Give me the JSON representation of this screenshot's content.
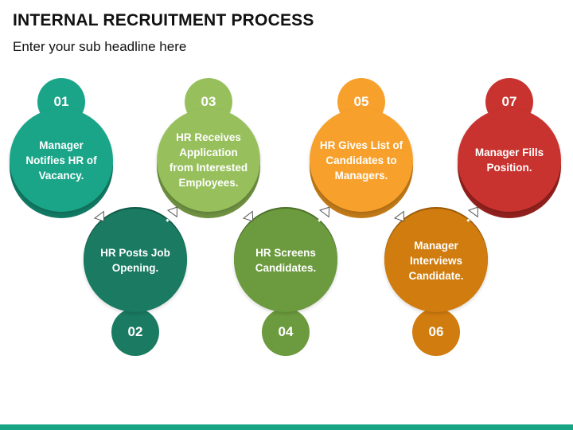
{
  "title": "INTERNAL RECRUITMENT PROCESS",
  "subtitle": "Enter your sub headline here",
  "steps": [
    {
      "number": "01",
      "text": "Manager Notifies HR of Vacancy.",
      "color": "#1aa588",
      "dark": "#127a64"
    },
    {
      "number": "02",
      "text": "HR Posts Job Opening.",
      "color": "#1a7a62",
      "dark": "#0f5a48"
    },
    {
      "number": "03",
      "text": "HR Receives Application from Interested Employees.",
      "color": "#97c05c",
      "dark": "#6f9142"
    },
    {
      "number": "04",
      "text": "HR Screens Candidates.",
      "color": "#6c9a3e",
      "dark": "#4c7029"
    },
    {
      "number": "05",
      "text": "HR Gives List of Candidates to Managers.",
      "color": "#f7a12c",
      "dark": "#c27a18"
    },
    {
      "number": "06",
      "text": "Manager Interviews Candidate.",
      "color": "#d07c0f",
      "dark": "#9b5a08"
    },
    {
      "number": "07",
      "text": "Manager Fills Position.",
      "color": "#c8332f",
      "dark": "#92211e"
    }
  ]
}
